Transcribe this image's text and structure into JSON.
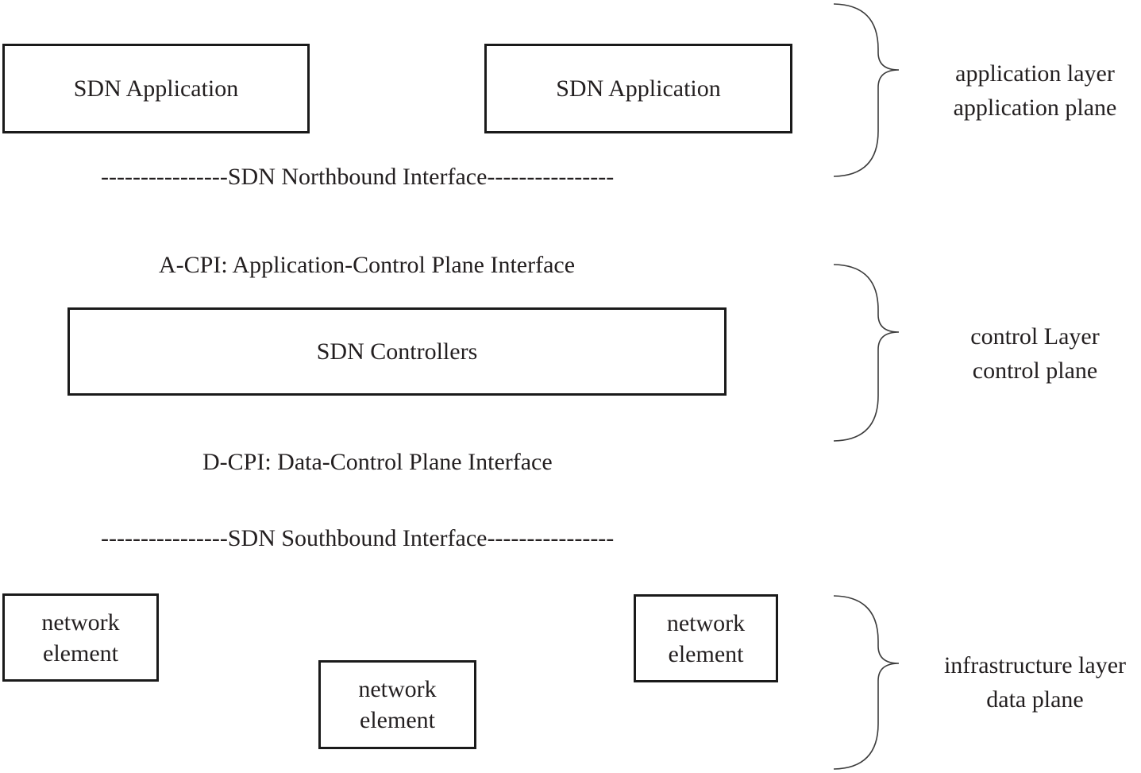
{
  "boxes": {
    "app1": "SDN Application",
    "app2": "SDN Application",
    "controllers": "SDN Controllers",
    "network": {
      "line1": "network",
      "line2": "element"
    }
  },
  "interfaces": {
    "northbound": "----------------SDN Northbound Interface----------------",
    "acpi": "A-CPI: Application-Control Plane Interface",
    "dcpi": "D-CPI: Data-Control Plane Interface",
    "southbound": "----------------SDN Southbound Interface----------------"
  },
  "layers": [
    {
      "line1": "application layer",
      "line2": "application plane"
    },
    {
      "line1": "control Layer",
      "line2": "control plane"
    },
    {
      "line1": "infrastructure layer",
      "line2": "data plane"
    }
  ],
  "colors": {
    "text": "#231f20",
    "box_border": "#1a1a1a",
    "brace_stroke": "#3c3c3c",
    "background": "#ffffff"
  }
}
